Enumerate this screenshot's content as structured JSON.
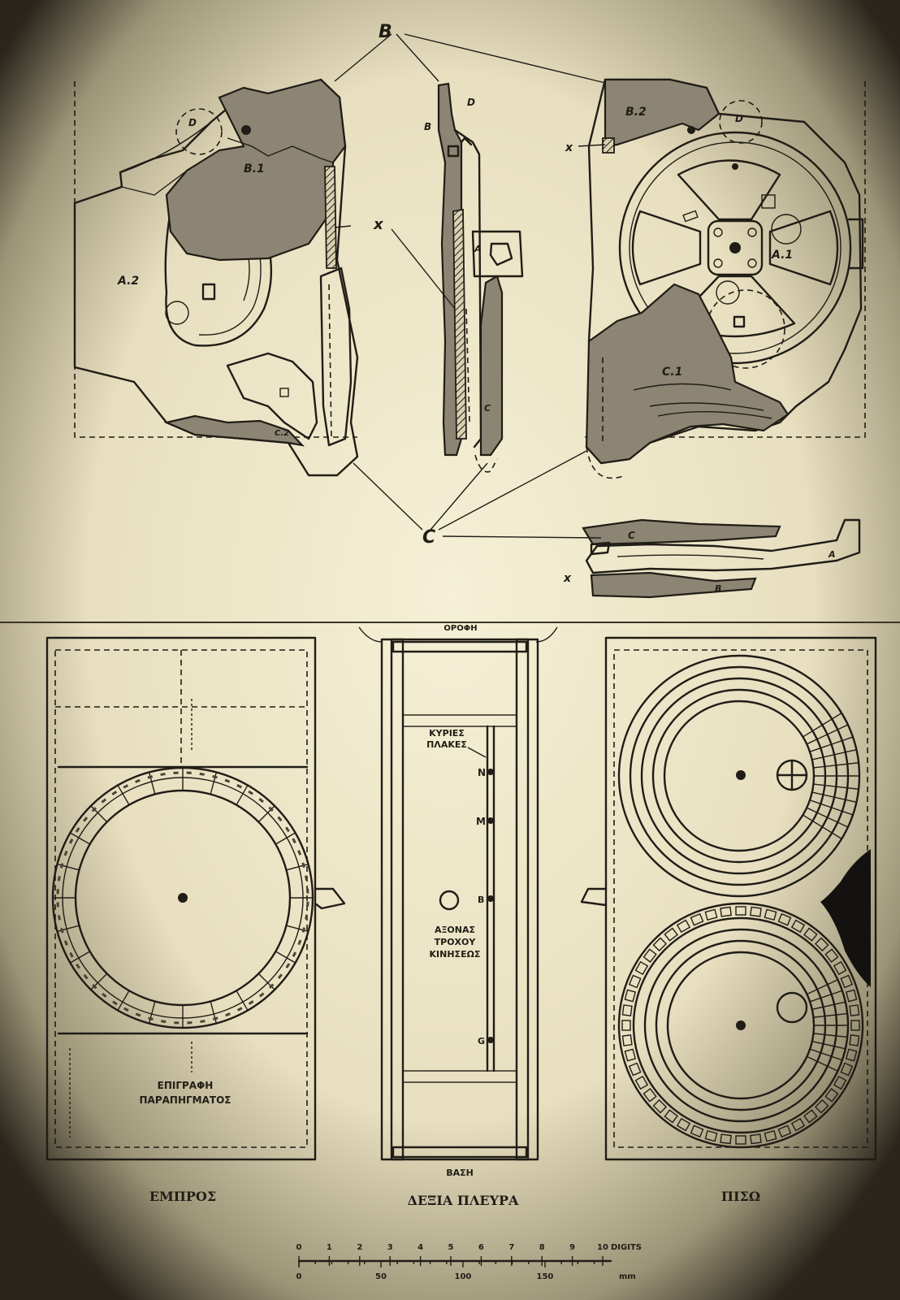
{
  "top_labels": {
    "b_main": "B",
    "c_main": "C",
    "x_main": "x",
    "a2": "A.2",
    "b1": "B.1",
    "b2": "B.2",
    "a1": "A.1",
    "c1": "C.1",
    "c2": "C.2",
    "d_left": "D",
    "d_right": "D",
    "d_mid": "D",
    "b_mid": "B",
    "a_mid": "A",
    "c_mid": "C",
    "x_right": "x",
    "x_bottom": "x",
    "c_bottom": "C",
    "a_bottom": "A",
    "b_bottom": "B"
  },
  "bottom_labels": {
    "front_inscription_1": "ΕΠΙΓΡΑΦΗ",
    "front_inscription_2": "ΠΑΡΑΠΗΓΜΑΤΟΣ",
    "side_plates_1": "ΚΥΡΙΕΣ",
    "side_plates_2": "ΠΛΑΚΕΣ",
    "side_axis_1": "ΑΞΟΝΑΣ",
    "side_axis_2": "ΤΡΟΧΟΥ",
    "side_axis_3": "ΚΙΝΗΣΕΩΣ",
    "side_n": "N",
    "side_m": "M",
    "side_b": "B",
    "side_g": "G",
    "side_base": "ΒΑΣΗ",
    "side_top": "ΟΡΟΦΗ"
  },
  "captions": {
    "front": "ΕΜΠΡΟΣ",
    "side": "ΔΕΞΙΑ ΠΛΕΥΡΑ",
    "back": "ΠΙΣΩ"
  },
  "scale": {
    "digits": [
      "0",
      "1",
      "2",
      "3",
      "4",
      "5",
      "6",
      "7",
      "8",
      "9",
      "10"
    ],
    "digits_unit": "DIGITS",
    "mm": [
      "0",
      "50",
      "100",
      "150"
    ],
    "mm_unit": "mm"
  }
}
